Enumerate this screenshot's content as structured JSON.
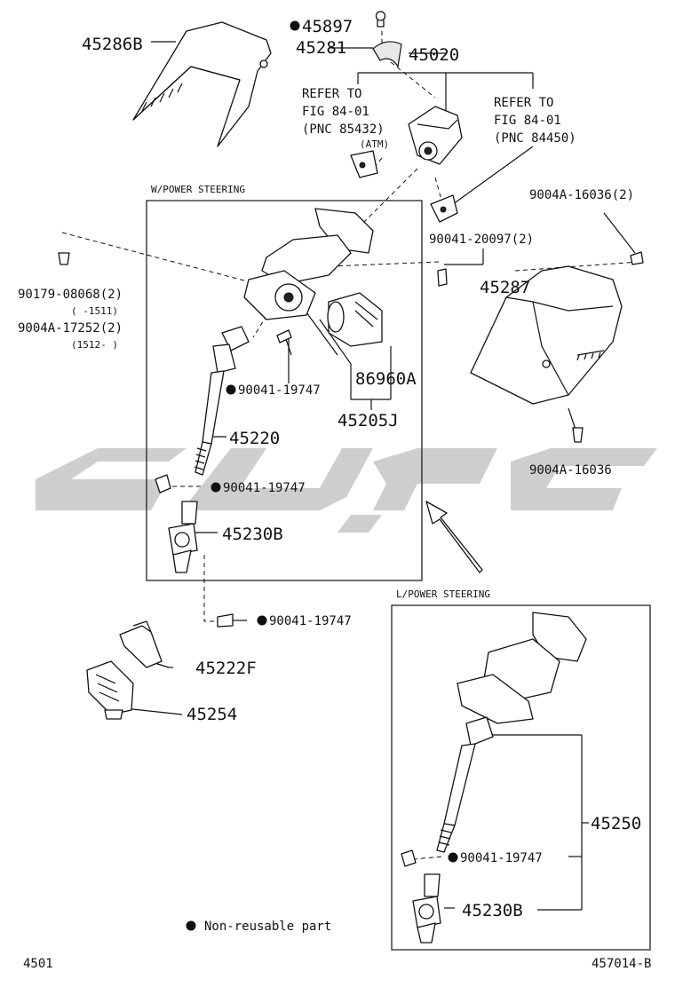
{
  "labels": {
    "p45897": "45897",
    "p45281": "45281",
    "p45286B": "45286B",
    "p45020": "45020",
    "refer1_l1": "REFER TO",
    "refer1_l2": "FIG 84-01",
    "refer1_l3": "(PNC 85432)",
    "refer1_atm": "(ATM)",
    "refer2_l1": "REFER TO",
    "refer2_l2": "FIG 84-01",
    "refer2_l3": "(PNC 84450)",
    "w_power": "W/POWER STEERING",
    "l_power": "L/POWER STEERING",
    "p9004A_16036_2": "9004A-16036(2)",
    "p90041_20097_2": "90041-20097(2)",
    "p45287": "45287",
    "p90179_08068_2": "90179-08068(2)",
    "p90179_range": "(      -1511)",
    "p9004A_17252_2": "9004A-17252(2)",
    "p9004A_range": "(1512-      )",
    "p90041_19747_a": "90041-19747",
    "p86960A": "86960A",
    "p45205J": "45205J",
    "p45220": "45220",
    "p90041_19747_b": "90041-19747",
    "p9004A_16036": "9004A-16036",
    "p45230B_a": "45230B",
    "p90041_19747_c": "90041-19747",
    "p45222F": "45222F",
    "p45254": "45254",
    "p45250": "45250",
    "p90041_19747_d": "90041-19747",
    "p45230B_b": "45230B",
    "legend": "Non-reusable part",
    "footer_left": "4501",
    "footer_right": "457014-B"
  },
  "colors": {
    "ink": "#111111",
    "watermark": "#bdbdbd"
  }
}
